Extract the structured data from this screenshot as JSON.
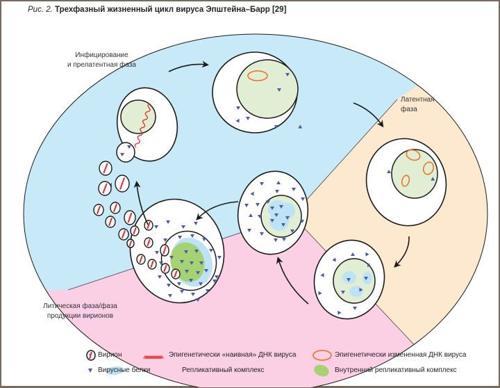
{
  "figure": {
    "label": "Рис. 2.",
    "title": "Трехфазный жизненный цикл вируса Эпштейна–Барр [29]"
  },
  "phases": [
    {
      "id": "infection",
      "label_line1": "Инфицирование",
      "label_line2": "и прелатентная фаза",
      "color": "#c7e9f8"
    },
    {
      "id": "latent",
      "label_line1": "Латентная",
      "label_line2": "фаза",
      "color": "#fde9cf"
    },
    {
      "id": "lytic",
      "label_line1": "Литическая фаза/фаза",
      "label_line2": "продукции вирионов",
      "color": "#fbd0e4"
    }
  ],
  "colors": {
    "nucleus": "#e2eed4",
    "protein": "#4a5aa8",
    "naive_dna": "#e8262b",
    "modified_dna": "#f26b22",
    "replication_complex": "#bfe3f6",
    "inner_replication_complex": "#a6d273",
    "outline": "#1a1a1a",
    "frame": "#756b5e"
  },
  "legend": {
    "virion": "Вирион",
    "naive_dna": "Эпигенетически «наивная» ДНК вируса",
    "modified_dna": "Эпигенетически измененная ДНК вируса",
    "viral_proteins": "Вирусные белки",
    "replication_complex": "Репликативный комплекс",
    "inner_replication_complex": "Внутренний репликативный комплекс"
  }
}
